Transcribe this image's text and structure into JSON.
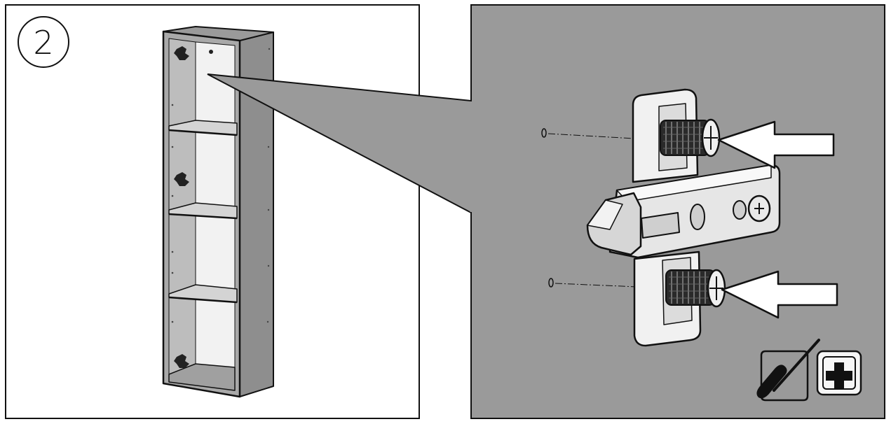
{
  "step": {
    "number": "2"
  },
  "left_panel": {
    "subject": "tall-cabinet-with-shelves",
    "shelf_count": 3,
    "hinge_plates": 3
  },
  "detail_panel": {
    "subject": "hinge-mounting-plate",
    "screws_to_insert": 2,
    "tool_icons": [
      "screwdriver-icon",
      "phillips-cross-icon"
    ]
  },
  "colors": {
    "detail_background": "#9a9a9a",
    "line": "#111111",
    "paper": "#ffffff"
  }
}
